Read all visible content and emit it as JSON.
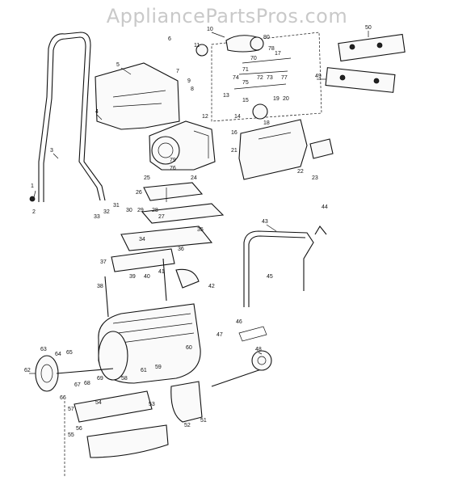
{
  "watermark": "AppliancePartsPros.com",
  "callouts": [
    {
      "id": "c1",
      "text": "1"
    },
    {
      "id": "c2",
      "text": "2"
    },
    {
      "id": "c3",
      "text": "3"
    },
    {
      "id": "c4",
      "text": "4"
    },
    {
      "id": "c5",
      "text": "5"
    },
    {
      "id": "c6",
      "text": "6"
    },
    {
      "id": "c7",
      "text": "7"
    },
    {
      "id": "c8",
      "text": "8"
    },
    {
      "id": "c9",
      "text": "9"
    },
    {
      "id": "c10",
      "text": "10"
    },
    {
      "id": "c11",
      "text": "11"
    },
    {
      "id": "c12",
      "text": "12"
    },
    {
      "id": "c13",
      "text": "13"
    },
    {
      "id": "c14",
      "text": "14"
    },
    {
      "id": "c15",
      "text": "15"
    },
    {
      "id": "c16",
      "text": "16"
    },
    {
      "id": "c17",
      "text": "17"
    },
    {
      "id": "c18",
      "text": "18"
    },
    {
      "id": "c19",
      "text": "19"
    },
    {
      "id": "c20",
      "text": "20"
    },
    {
      "id": "c21",
      "text": "21"
    },
    {
      "id": "c22",
      "text": "22"
    },
    {
      "id": "c23",
      "text": "23"
    },
    {
      "id": "c24",
      "text": "24"
    },
    {
      "id": "c25",
      "text": "25"
    },
    {
      "id": "c26",
      "text": "26"
    },
    {
      "id": "c27",
      "text": "27"
    },
    {
      "id": "c28",
      "text": "28"
    },
    {
      "id": "c29",
      "text": "29"
    },
    {
      "id": "c30",
      "text": "30"
    },
    {
      "id": "c31",
      "text": "31"
    },
    {
      "id": "c32",
      "text": "32"
    },
    {
      "id": "c33",
      "text": "33"
    },
    {
      "id": "c34",
      "text": "34"
    },
    {
      "id": "c35",
      "text": "35"
    },
    {
      "id": "c36",
      "text": "36"
    },
    {
      "id": "c37",
      "text": "37"
    },
    {
      "id": "c38",
      "text": "38"
    },
    {
      "id": "c39",
      "text": "39"
    },
    {
      "id": "c40",
      "text": "40"
    },
    {
      "id": "c41",
      "text": "41"
    },
    {
      "id": "c42",
      "text": "42"
    },
    {
      "id": "c43",
      "text": "43"
    },
    {
      "id": "c44",
      "text": "44"
    },
    {
      "id": "c45",
      "text": "45"
    },
    {
      "id": "c46",
      "text": "46"
    },
    {
      "id": "c47",
      "text": "47"
    },
    {
      "id": "c48",
      "text": "48"
    },
    {
      "id": "c49",
      "text": "49"
    },
    {
      "id": "c50",
      "text": "50"
    },
    {
      "id": "c51",
      "text": "51"
    },
    {
      "id": "c52",
      "text": "52"
    },
    {
      "id": "c53",
      "text": "53"
    },
    {
      "id": "c54",
      "text": "54"
    },
    {
      "id": "c55",
      "text": "55"
    },
    {
      "id": "c56",
      "text": "56"
    },
    {
      "id": "c57",
      "text": "57"
    },
    {
      "id": "c58",
      "text": "58"
    },
    {
      "id": "c59",
      "text": "59"
    },
    {
      "id": "c60",
      "text": "60"
    },
    {
      "id": "c61",
      "text": "61"
    },
    {
      "id": "c62",
      "text": "62"
    },
    {
      "id": "c63",
      "text": "63"
    },
    {
      "id": "c64",
      "text": "64"
    },
    {
      "id": "c65",
      "text": "65"
    },
    {
      "id": "c66",
      "text": "66"
    },
    {
      "id": "c67",
      "text": "67"
    },
    {
      "id": "c68",
      "text": "68"
    },
    {
      "id": "c69",
      "text": "69"
    },
    {
      "id": "c70",
      "text": "70"
    },
    {
      "id": "c71",
      "text": "71"
    },
    {
      "id": "c72",
      "text": "72"
    },
    {
      "id": "c73",
      "text": "73"
    },
    {
      "id": "c74",
      "text": "74"
    },
    {
      "id": "c75",
      "text": "75"
    },
    {
      "id": "c76",
      "text": "76"
    },
    {
      "id": "c77",
      "text": "77"
    },
    {
      "id": "c78",
      "text": "78"
    },
    {
      "id": "c79",
      "text": "79"
    },
    {
      "id": "c80",
      "text": "80"
    }
  ]
}
